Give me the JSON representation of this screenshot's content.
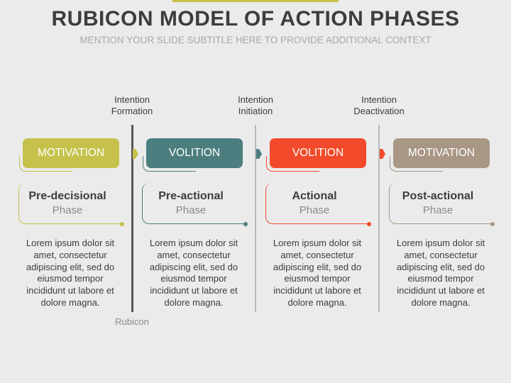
{
  "title": "RUBICON MODEL OF ACTION PHASES",
  "subtitle": "MENTION YOUR SLIDE SUBTITLE HERE TO PROVIDE ADDITIONAL CONTEXT",
  "colors": {
    "olive": "#c5c14b",
    "teal": "#4d7e7f",
    "red": "#f24a2a",
    "taupe": "#a89784",
    "text_dark": "#3d3d3d",
    "text_gray": "#8a8a8a"
  },
  "dividers": [
    {
      "label_line1": "Intention",
      "label_line2": "Formation",
      "bottom_label": "Rubicon"
    },
    {
      "label_line1": "Intention",
      "label_line2": "Initiation"
    },
    {
      "label_line1": "Intention",
      "label_line2": "Deactivation"
    }
  ],
  "phases": [
    {
      "button": "MOTIVATION",
      "title": "Pre-decisional",
      "subtitle": "Phase",
      "body": "Lorem ipsum dolor sit amet, consectetur adipiscing elit, sed do eiusmod tempor incididunt ut labore et dolore magna."
    },
    {
      "button": "VOLITION",
      "title": "Pre-actional",
      "subtitle": "Phase",
      "body": "Lorem ipsum dolor sit amet, consectetur adipiscing elit, sed do eiusmod tempor incididunt ut labore et dolore magna."
    },
    {
      "button": "VOLITION",
      "title": "Actional",
      "subtitle": "Phase",
      "body": "Lorem ipsum dolor sit amet, consectetur adipiscing elit, sed do eiusmod tempor incididunt ut labore et dolore magna."
    },
    {
      "button": "MOTIVATION",
      "title": "Post-actional",
      "subtitle": "Phase",
      "body": "Lorem ipsum dolor sit amet, consectetur adipiscing elit, sed do eiusmod tempor incididunt ut labore et dolore magna."
    }
  ]
}
